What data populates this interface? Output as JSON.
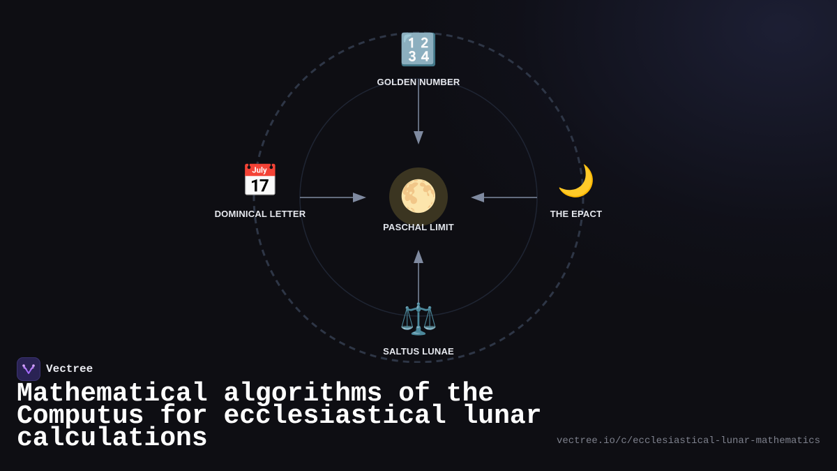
{
  "diagram": {
    "center": {
      "label": "PASCHAL LIMIT",
      "icon": "🌕",
      "icon_name": "full-moon-icon"
    },
    "nodes": [
      {
        "id": "top",
        "label": "GOLDEN NUMBER",
        "icon": "🔢",
        "icon_name": "number-keys-icon"
      },
      {
        "id": "left",
        "label": "DOMINICAL LETTER",
        "icon": "📅",
        "icon_name": "calendar-icon"
      },
      {
        "id": "right",
        "label": "THE EPACT",
        "icon": "🌙",
        "icon_name": "crescent-moon-icon"
      },
      {
        "id": "bottom",
        "label": "SALTUS LUNAE",
        "icon": "⚖️",
        "icon_name": "balance-scale-icon"
      }
    ],
    "colors": {
      "outer_ring": "#2e3646",
      "inner_ring": "#1f2533",
      "arrow": "#7f8aa0",
      "center_halo": "#3b3521"
    }
  },
  "brand": {
    "name": "Vectree",
    "logo_icon": "vectree-logo-icon"
  },
  "title": "Mathematical algorithms of the Computus for ecclesiastical lunar calculations",
  "url": "vectree.io/c/ecclesiastical-lunar-mathematics"
}
